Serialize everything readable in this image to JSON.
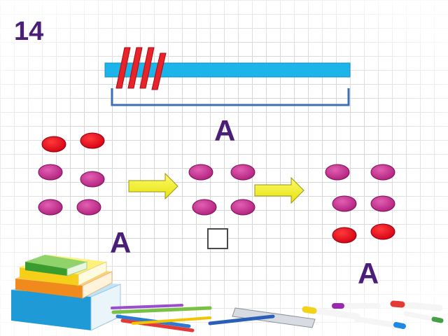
{
  "slide": {
    "number": "14"
  },
  "labels": {
    "bar_letter": "A",
    "left_letter": "A",
    "right_letter": "A"
  },
  "answer_box": {
    "value": ""
  },
  "colors": {
    "title": "#4b1f78",
    "bar": "#1db4ea",
    "stripes": "#e8232a",
    "bracket": "#3d6fb5",
    "dot_red": "#e8001c",
    "dot_purple": "#c2298a",
    "arrow": "#f2ee1f"
  },
  "groups": [
    {
      "name": "group-1",
      "red": 2,
      "purple": 4
    },
    {
      "name": "group-2",
      "red": 0,
      "purple": 4
    },
    {
      "name": "group-3",
      "red": 2,
      "purple": 4
    }
  ],
  "decorations": [
    "books-stack",
    "pencils",
    "ruler",
    "markers"
  ]
}
